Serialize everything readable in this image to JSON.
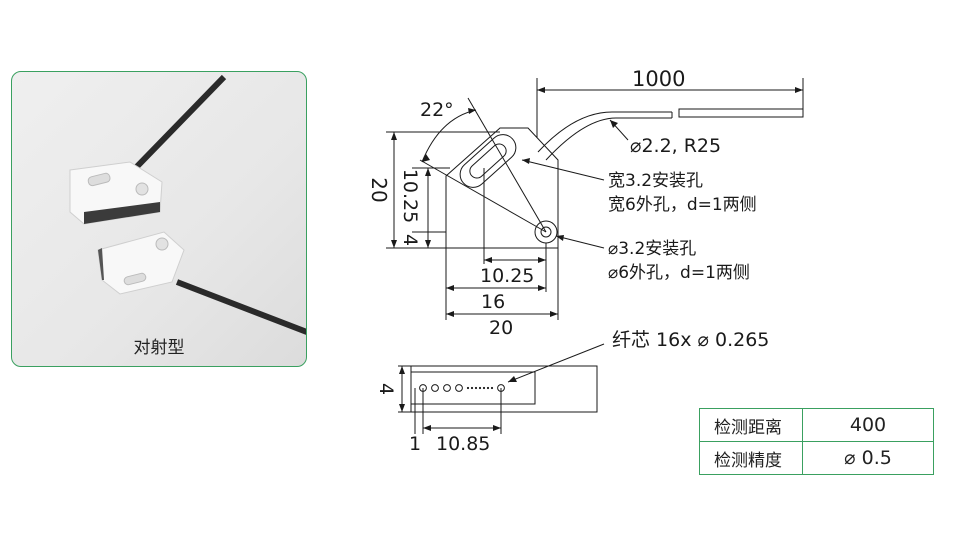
{
  "photo": {
    "caption": "对射型"
  },
  "drawing": {
    "cable_length": "1000",
    "angle": "22°",
    "cable_spec": "⌀2.2, R25",
    "hole_slot_line1": "宽3.2安装孔",
    "hole_slot_line2": "宽6外孔，d=1两侧",
    "hole_round_line1": "⌀3.2安装孔",
    "hole_round_line2": "⌀6外孔，d=1两侧",
    "dim_height": "20",
    "dim_10_25_v": "10.25",
    "dim_4_v": "4",
    "dim_10_25_h": "10.25",
    "dim_16": "16",
    "dim_20_w": "20",
    "fiber_label": "纤芯 16x ⌀ 0.265",
    "front_dim_4": "4",
    "front_dim_1": "1",
    "front_dim_10_85": "10.85"
  },
  "spec_table": {
    "rows": [
      {
        "label": "检测距离",
        "value": "400"
      },
      {
        "label": "检测精度",
        "value": "⌀ 0.5"
      }
    ]
  },
  "colors": {
    "accent": "#3aa060"
  }
}
